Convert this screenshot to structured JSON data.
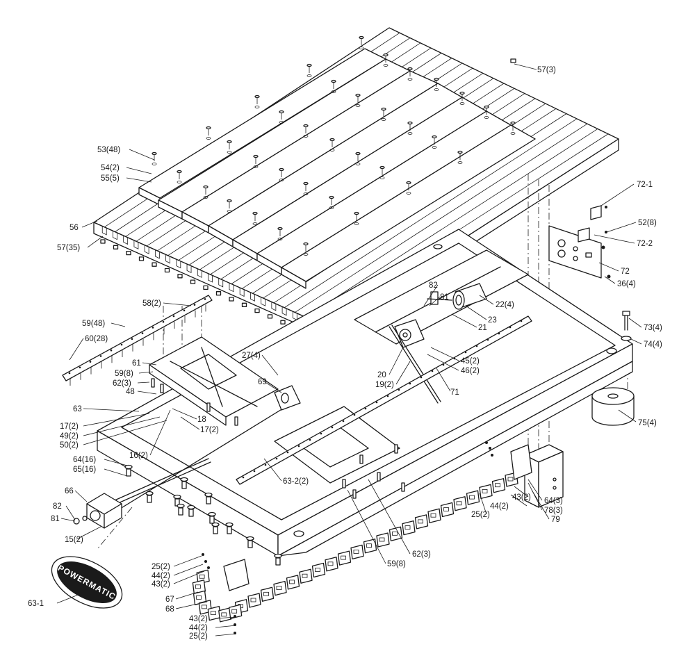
{
  "diagram": {
    "logo_text": "POWERMATIC",
    "callouts": [
      {
        "id": "c-57-3",
        "text": "57(3)"
      },
      {
        "id": "c-53-48",
        "text": "53(48)"
      },
      {
        "id": "c-54-2",
        "text": "54(2)"
      },
      {
        "id": "c-55-5",
        "text": "55(5)"
      },
      {
        "id": "c-56",
        "text": "56"
      },
      {
        "id": "c-57-35",
        "text": "57(35)"
      },
      {
        "id": "c-72-1",
        "text": "72-1"
      },
      {
        "id": "c-52-8",
        "text": "52(8)"
      },
      {
        "id": "c-72-2",
        "text": "72-2"
      },
      {
        "id": "c-72",
        "text": "72"
      },
      {
        "id": "c-36-4",
        "text": "36(4)"
      },
      {
        "id": "c-58-2",
        "text": "58(2)"
      },
      {
        "id": "c-82-top",
        "text": "82"
      },
      {
        "id": "c-81-top",
        "text": "81"
      },
      {
        "id": "c-22-4",
        "text": "22(4)"
      },
      {
        "id": "c-59-48",
        "text": "59(48)"
      },
      {
        "id": "c-23",
        "text": "23"
      },
      {
        "id": "c-21",
        "text": "21"
      },
      {
        "id": "c-73-4",
        "text": "73(4)"
      },
      {
        "id": "c-74-4",
        "text": "74(4)"
      },
      {
        "id": "c-60-28",
        "text": "60(28)"
      },
      {
        "id": "c-27-4",
        "text": "27(4)"
      },
      {
        "id": "c-45-2",
        "text": "45(2)"
      },
      {
        "id": "c-61",
        "text": "61"
      },
      {
        "id": "c-46-2",
        "text": "46(2)"
      },
      {
        "id": "c-20",
        "text": "20"
      },
      {
        "id": "c-59-8-left",
        "text": "59(8)"
      },
      {
        "id": "c-19-2",
        "text": "19(2)"
      },
      {
        "id": "c-62-3-left",
        "text": "62(3)"
      },
      {
        "id": "c-69",
        "text": "69"
      },
      {
        "id": "c-71",
        "text": "71"
      },
      {
        "id": "c-48",
        "text": "48"
      },
      {
        "id": "c-63",
        "text": "63"
      },
      {
        "id": "c-18",
        "text": "18"
      },
      {
        "id": "c-17-2-left",
        "text": "17(2)"
      },
      {
        "id": "c-49-2",
        "text": "49(2)"
      },
      {
        "id": "c-17-2-right",
        "text": "17(2)"
      },
      {
        "id": "c-50-2",
        "text": "50(2)"
      },
      {
        "id": "c-75-4",
        "text": "75(4)"
      },
      {
        "id": "c-16-2",
        "text": "16(2)"
      },
      {
        "id": "c-64-16",
        "text": "64(16)"
      },
      {
        "id": "c-65-16",
        "text": "65(16)"
      },
      {
        "id": "c-63-2-2",
        "text": "63-2(2)"
      },
      {
        "id": "c-66",
        "text": "66"
      },
      {
        "id": "c-43-2-right",
        "text": "43(2)"
      },
      {
        "id": "c-64-3",
        "text": "64(3)"
      },
      {
        "id": "c-44-2-right",
        "text": "44(2)"
      },
      {
        "id": "c-78-3",
        "text": "78(3)"
      },
      {
        "id": "c-82-left",
        "text": "82"
      },
      {
        "id": "c-25-2-right",
        "text": "25(2)"
      },
      {
        "id": "c-79",
        "text": "79"
      },
      {
        "id": "c-81-left",
        "text": "81"
      },
      {
        "id": "c-15-2",
        "text": "15(2)"
      },
      {
        "id": "c-62-3-right",
        "text": "62(3)"
      },
      {
        "id": "c-59-8-right",
        "text": "59(8)"
      },
      {
        "id": "c-25-2-mid",
        "text": "25(2)"
      },
      {
        "id": "c-44-2-mid",
        "text": "44(2)"
      },
      {
        "id": "c-43-2-mid",
        "text": "43(2)"
      },
      {
        "id": "c-63-1",
        "text": "63-1"
      },
      {
        "id": "c-67",
        "text": "67"
      },
      {
        "id": "c-68",
        "text": "68"
      },
      {
        "id": "c-43-2-bot",
        "text": "43(2)"
      },
      {
        "id": "c-44-2-bot",
        "text": "44(2)"
      },
      {
        "id": "c-25-2-bot",
        "text": "25(2)"
      }
    ]
  }
}
